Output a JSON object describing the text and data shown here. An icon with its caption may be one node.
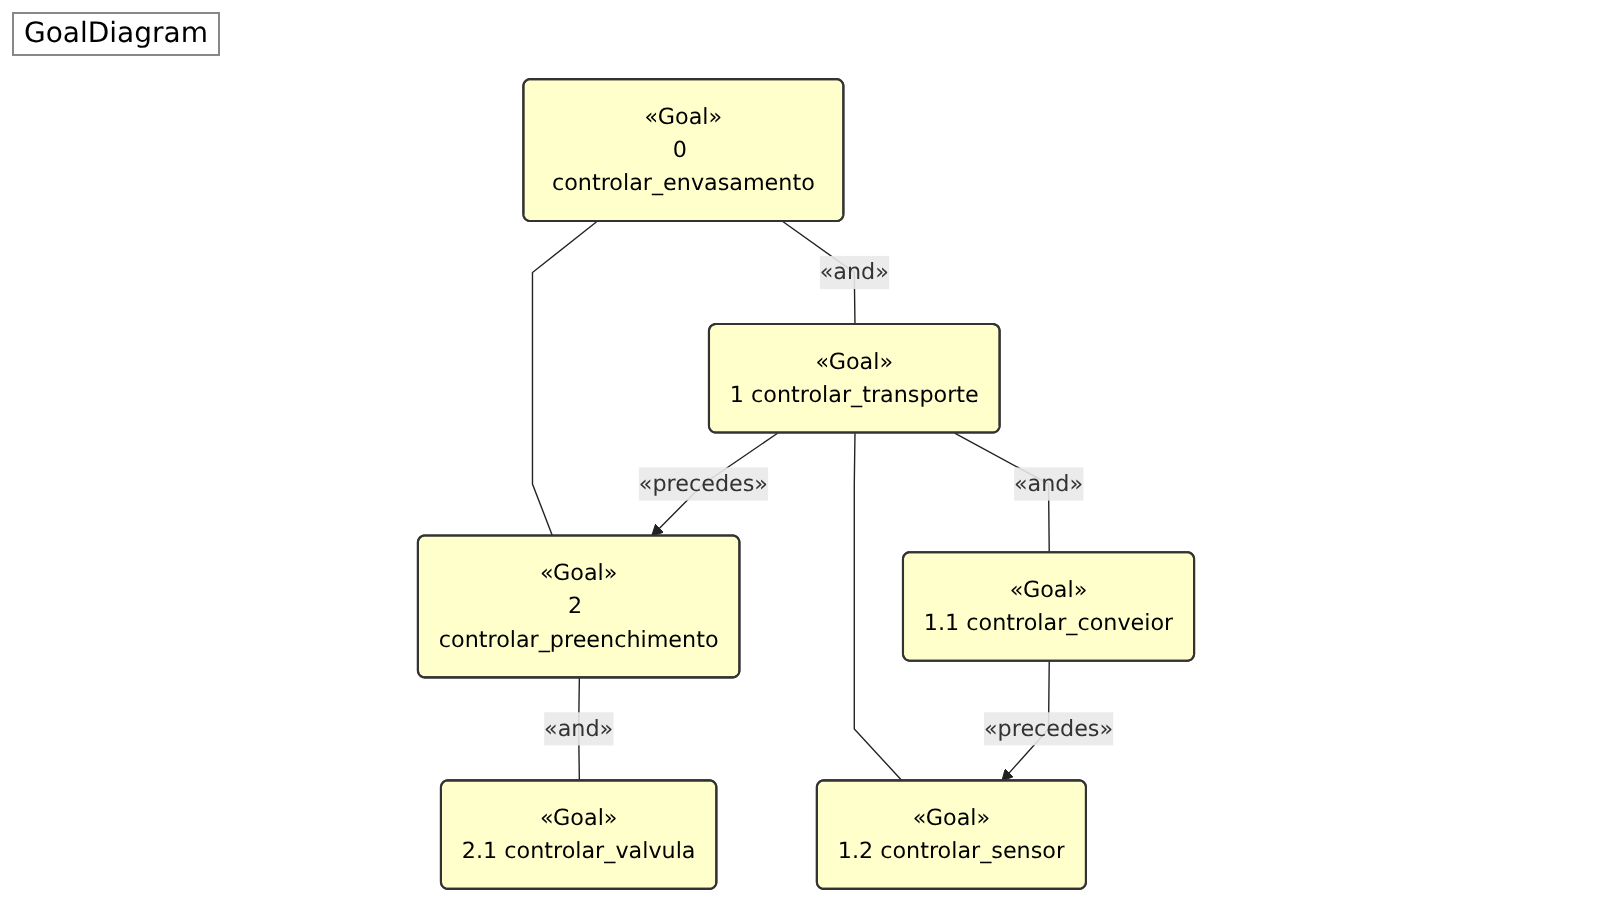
{
  "diagram": {
    "title": "GoalDiagram",
    "nodes": [
      {
        "text": [
          "«Goal»",
          "0 controlar_envasamento"
        ]
      },
      {
        "text": [
          "«Goal»",
          "1 controlar_transporte"
        ]
      },
      {
        "text": [
          "«Goal»",
          "2 controlar_preenchimento"
        ]
      },
      {
        "text": [
          "«Goal»",
          "1.1 controlar_conveior"
        ]
      },
      {
        "text": [
          "«Goal»",
          "1.2 controlar_sensor"
        ]
      },
      {
        "text": [
          "«Goal»",
          "2.1 controlar_valvula"
        ]
      }
    ],
    "edges": [
      {
        "from": 0,
        "to": 1,
        "arrow": "none",
        "label": "«and»"
      },
      {
        "from": 0,
        "to": 2,
        "arrow": "none"
      },
      {
        "from": 1,
        "to": 2,
        "arrow": "to",
        "label": "«precedes»"
      },
      {
        "from": 1,
        "to": 3,
        "arrow": "none",
        "label": "«and»"
      },
      {
        "from": 1,
        "to": 4,
        "arrow": "none"
      },
      {
        "from": 3,
        "to": 4,
        "arrow": "to",
        "label": "«precedes»"
      },
      {
        "from": 2,
        "to": 5,
        "arrow": "none",
        "label": "«and»"
      }
    ]
  }
}
